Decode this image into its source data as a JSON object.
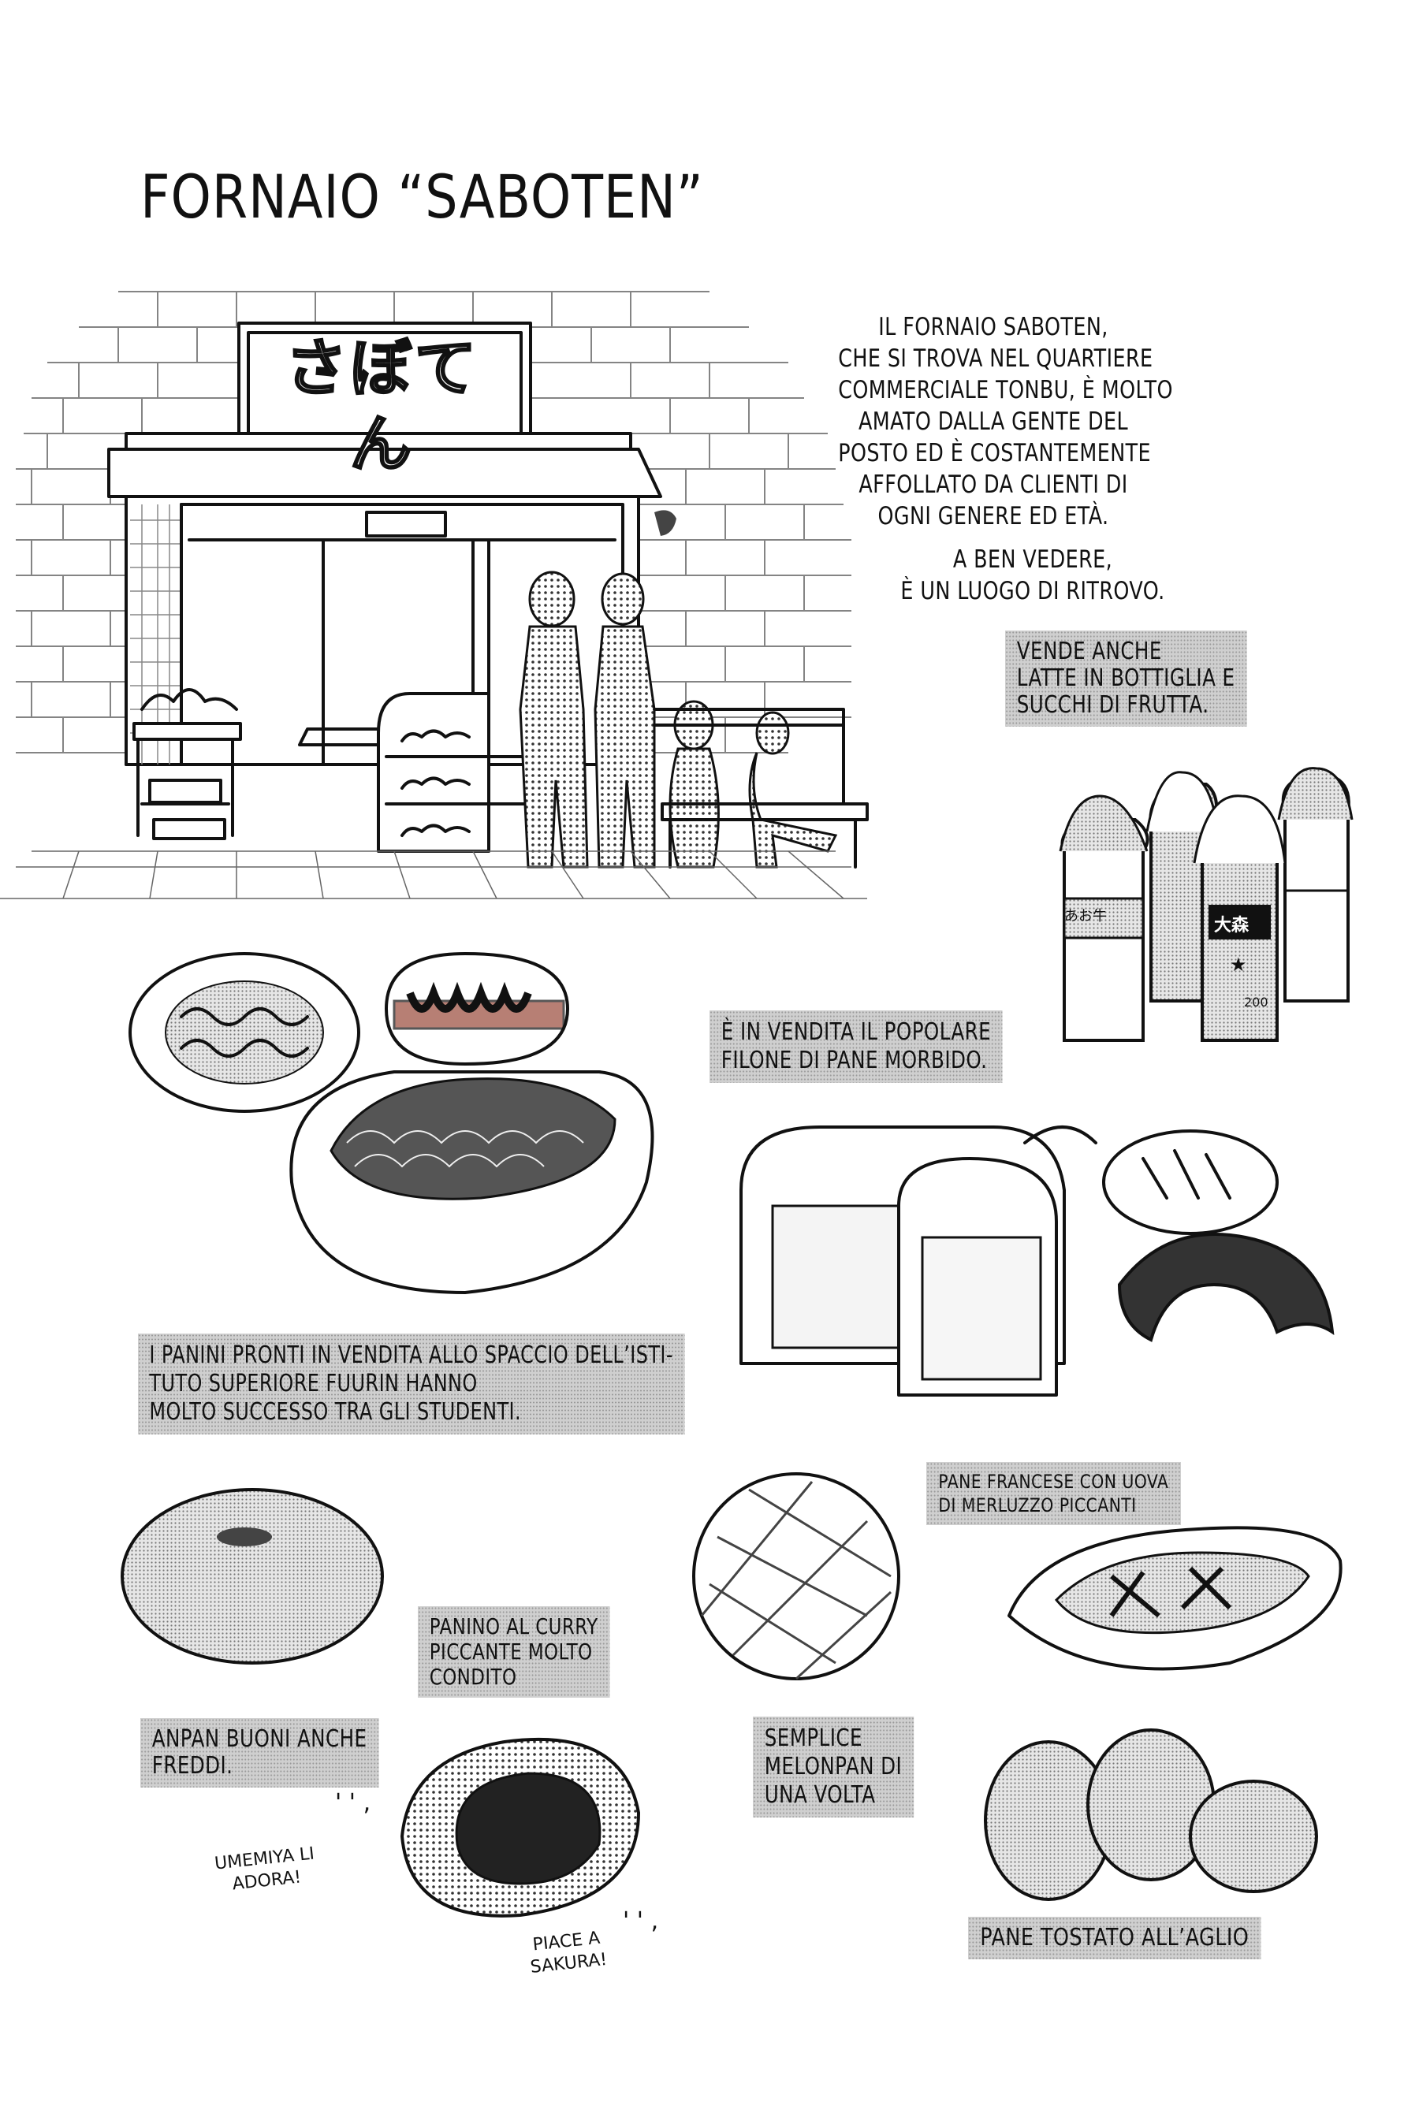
{
  "page": {
    "title": "FORNAIO “SABOTEN”",
    "shop_sign": "さぼてん"
  },
  "narration": {
    "intro": "IL FORNAIO SABOTEN,\nCHE SI TROVA NEL QUARTIERE\nCOMMERCIALE TONBU, È MOLTO\nAMATO DALLA GENTE DEL\nPOSTO ED È COSTANTEMENTE\nAFFOLLATO DA CLIENTI DI\nOGNI GENERE ED ETÀ.",
    "meeting_place": "A BEN VEDERE,\nÈ UN LUOGO DI RITROVO."
  },
  "captions": {
    "drinks": "VENDE ANCHE\nLATTE IN BOTTIGLIA E\nSUCCHI DI FRUTTA.",
    "bread_loaf": "È IN VENDITA IL POPOLARE\nFILONE DI PANE MORBIDO.",
    "school_panini": "I PANINI PRONTI IN VENDITA ALLO SPACCIO DELL’ISTI-\nTUTO SUPERIORE FUURIN HANNO\nMOLTO SUCCESSO TRA GLI STUDENTI.",
    "mentaiko_bread": "PANE FRANCESE CON UOVA\nDI MERLUZZO PICCANTI",
    "curry_bread": "PANINO AL CURRY\nPICCANTE MOLTO\nCONDITO",
    "anpan": "ANPAN BUONI ANCHE\nFREDDI.",
    "melonpan": "SEMPLICE\nMELONPAN DI\nUNA VOLTA",
    "garlic_toast": "PANE TOSTATO ALL’AGLIO"
  },
  "sfx": {
    "umemiya": "UMEMIYA LI\nADORA!",
    "sakura": "PIACE A\nSAKURA!"
  },
  "bottles": {
    "label_left": "あお牛",
    "label_center": "大森",
    "price": "200"
  },
  "colors": {
    "ink": "#111111",
    "screentone": "#cfcfcf",
    "paper": "#ffffff"
  }
}
